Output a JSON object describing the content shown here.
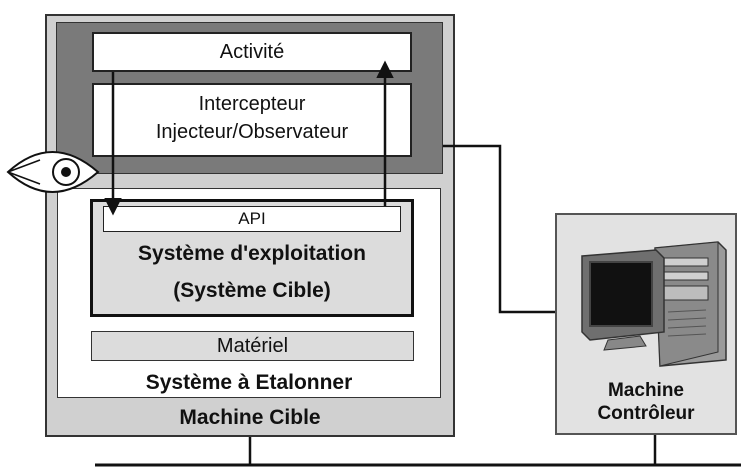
{
  "diagram": {
    "activity_label": "Activité",
    "interceptor_line1": "Intercepteur",
    "interceptor_line2": "Injecteur/Observateur",
    "api_label": "API",
    "os_line1": "Système d'exploitation",
    "os_line2": "(Système Cible)",
    "hardware_label": "Matériel",
    "system_label": "Système à Etalonner",
    "target_machine_label": "Machine Cible",
    "controller_line1": "Machine",
    "controller_line2": "Contrôleur"
  },
  "colors": {
    "frame_gray": "#d0d0d0",
    "dark_gray": "#7a7a7a",
    "light_gray": "#dcdcdc",
    "controller_gray": "#e2e2e2",
    "stroke": "#111111"
  },
  "icons": [
    "eye-icon",
    "computer-icon"
  ]
}
